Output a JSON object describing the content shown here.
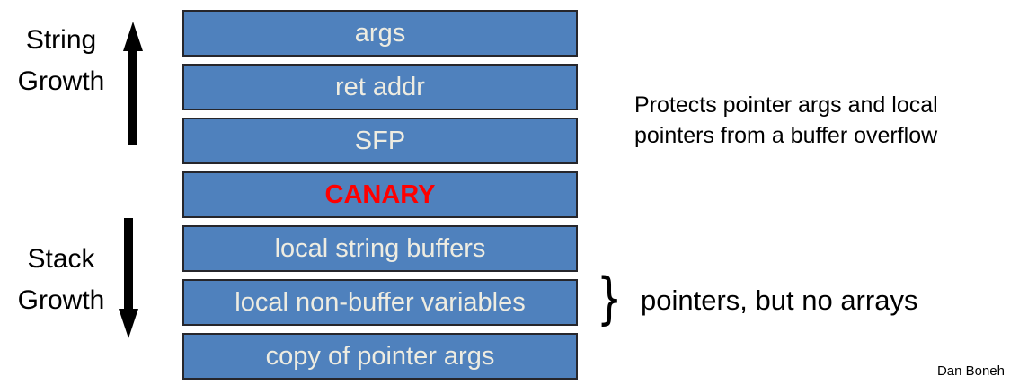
{
  "annotations": {
    "string_growth": "String Growth",
    "stack_growth": "Stack Growth",
    "protects_note": "Protects pointer args and local pointers from a buffer overflow",
    "brace_glyph": "}",
    "brace_note": "pointers, but no arrays",
    "credit": "Dan Boneh"
  },
  "stack": {
    "boxes": [
      {
        "label": "args",
        "emphasis": false
      },
      {
        "label": "ret addr",
        "emphasis": false
      },
      {
        "label": "SFP",
        "emphasis": false
      },
      {
        "label": "CANARY",
        "emphasis": true
      },
      {
        "label": "local string buffers",
        "emphasis": false
      },
      {
        "label": "local non-buffer variables",
        "emphasis": false
      },
      {
        "label": "copy of pointer args",
        "emphasis": false
      }
    ]
  },
  "icons": {
    "up_arrow": "up-arrow-icon",
    "down_arrow": "down-arrow-icon"
  },
  "colors": {
    "box_fill": "#4f81bd",
    "box_border": "#26262b",
    "box_text": "#eeece1",
    "canary_text": "#ff0000",
    "body_text": "#000000",
    "background": "#ffffff"
  }
}
